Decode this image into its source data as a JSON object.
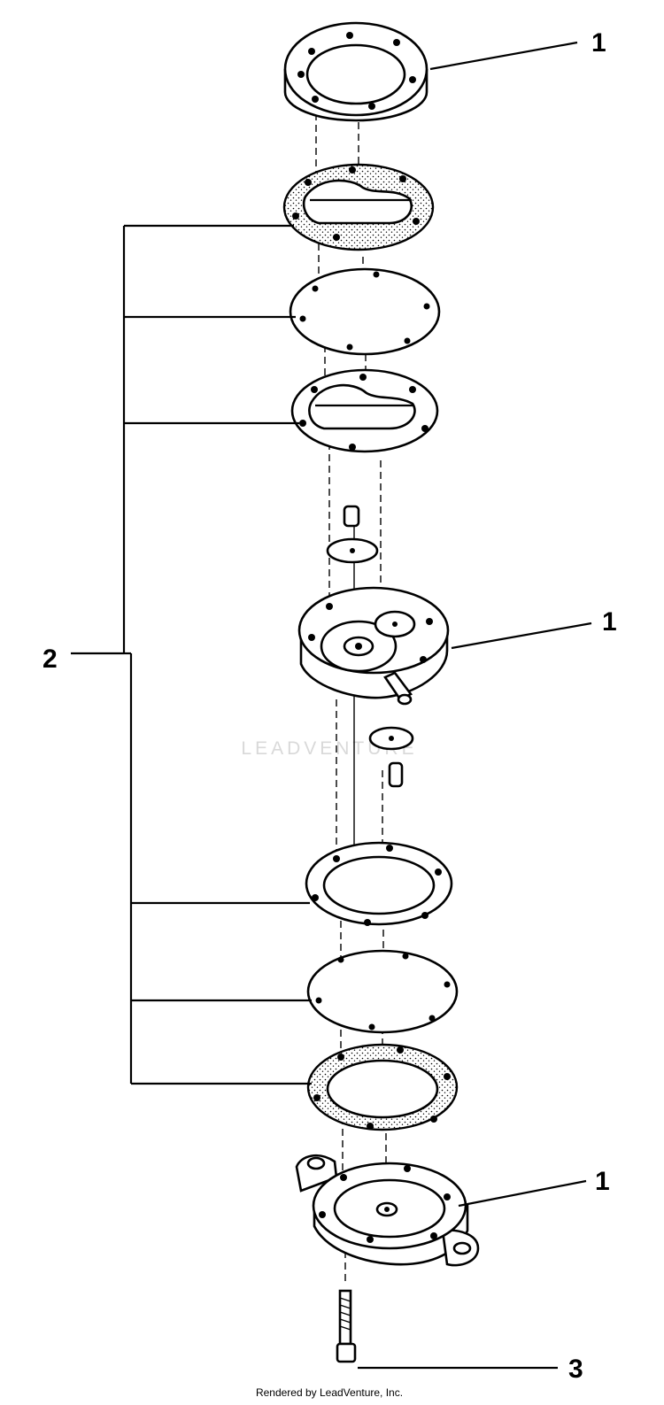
{
  "callouts": {
    "top_cover": "1",
    "bracket": "2",
    "pump_body": "1",
    "bottom_cover": "1",
    "screw": "3"
  },
  "watermark": "LEADVENTURE",
  "footer": "Rendered by LeadVenture, Inc."
}
